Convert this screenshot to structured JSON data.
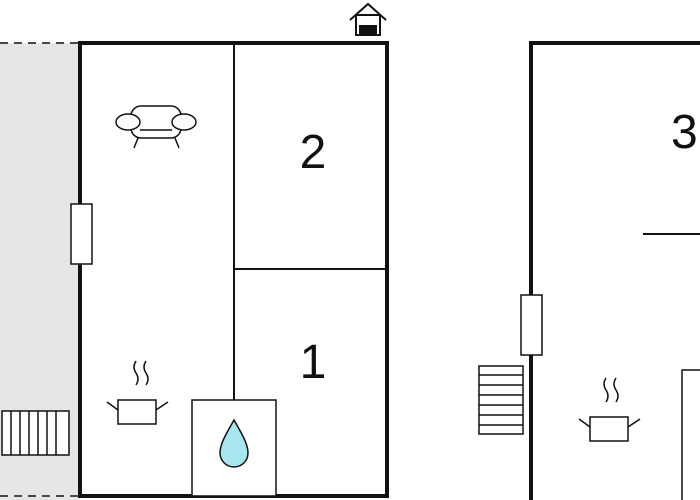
{
  "floor_plan": {
    "rooms": [
      {
        "id": "1",
        "label": "1"
      },
      {
        "id": "2",
        "label": "2"
      },
      {
        "id": "3",
        "label": "3"
      }
    ],
    "icons": {
      "entrance": "house-entrance-icon",
      "sofa": "sofa-icon",
      "cooking_pot": "cooking-pot-icon",
      "water_drop": "water-drop-icon",
      "stairs": "stairs-icon",
      "window": "window-icon"
    },
    "colors": {
      "wall": "#111111",
      "terrace": "#e6e6e6",
      "water": "#a8e6ef"
    }
  }
}
